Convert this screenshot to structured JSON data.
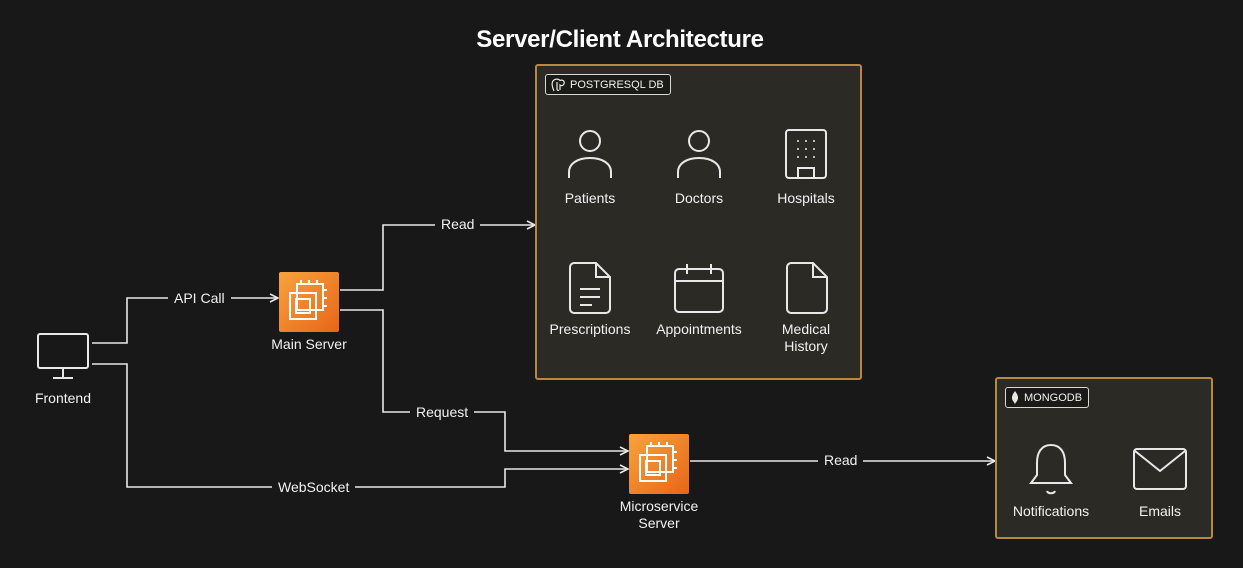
{
  "title": "Server/Client Architecture",
  "nodes": {
    "frontend": "Frontend",
    "main_server": "Main Server",
    "microservice_line1": "Microservice",
    "microservice_line2": "Server"
  },
  "edges": {
    "api_call": "API Call",
    "websocket": "WebSocket",
    "request": "Request",
    "read_db": "Read",
    "read_mongo": "Read"
  },
  "postgres": {
    "badge": "POSTGRESQL DB",
    "items": [
      {
        "label": "Patients",
        "icon": "user-icon"
      },
      {
        "label": "Doctors",
        "icon": "user-icon"
      },
      {
        "label": "Hospitals",
        "icon": "building-icon"
      },
      {
        "label": "Prescriptions",
        "icon": "document-icon"
      },
      {
        "label": "Appointments",
        "icon": "calendar-icon"
      },
      {
        "label_line1": "Medical",
        "label_line2": "History",
        "icon": "file-icon"
      }
    ]
  },
  "mongo": {
    "badge": "MONGODB",
    "items": [
      {
        "label": "Notifications",
        "icon": "bell-icon"
      },
      {
        "label": "Emails",
        "icon": "mail-icon"
      }
    ]
  },
  "colors": {
    "background": "#181818",
    "group_border": "#b8893c",
    "group_fill": "#2b2a25",
    "chip_orange": "#f08a2a"
  }
}
